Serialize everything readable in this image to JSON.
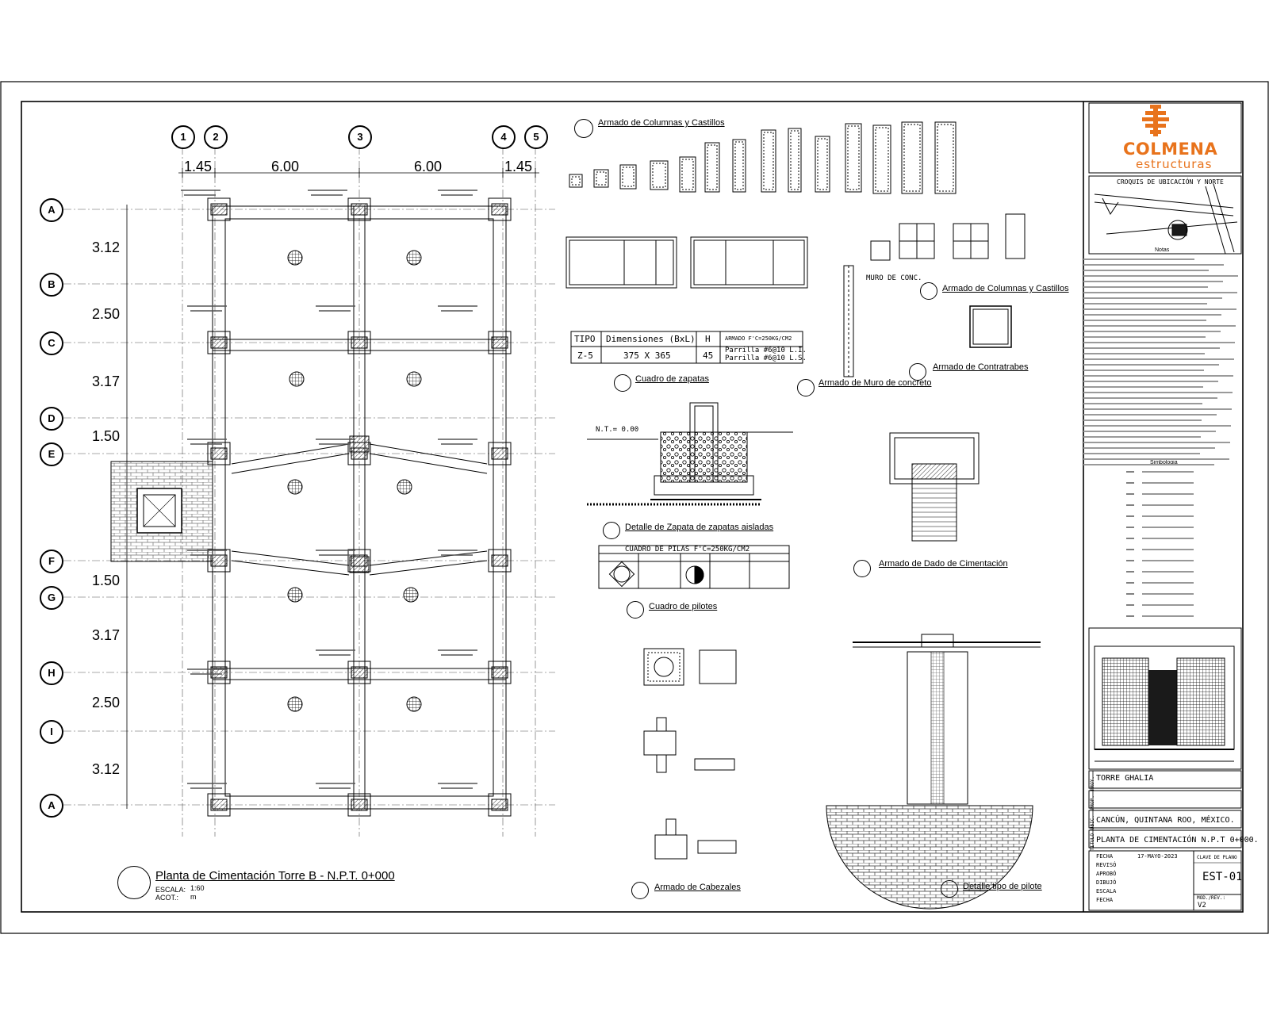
{
  "brand": {
    "name": "COLMENA",
    "sub": "estructuras",
    "color": "#e8731c"
  },
  "plan": {
    "title": "Planta de Cimentación Torre B  -  N.P.T. 0+000",
    "scale_label": "ESCALA:",
    "scale_value": "1:60",
    "units_label": "ACOT.:",
    "units_value": "m",
    "column_axes": [
      "1",
      "2",
      "3",
      "4",
      "5"
    ],
    "column_dims": [
      "1.45",
      "6.00",
      "6.00",
      "1.45"
    ],
    "row_axes": [
      "A",
      "B",
      "C",
      "D",
      "E",
      "F",
      "G",
      "H",
      "I",
      "A"
    ],
    "row_dims": [
      "3.12",
      "2.50",
      "3.17",
      "1.50",
      "1.50",
      "3.17",
      "2.50",
      "3.12"
    ]
  },
  "sections": {
    "columnas_castillos": "Armado de Columnas y Castillos",
    "columnas_castillos_2": "Armado de Columnas y Castillos",
    "cuadro_zapatas": "Cuadro de zapatas",
    "detalle_zapata": "Detalle de Zapata de zapatas aisladas",
    "cuadro_pilotes": "Cuadro de pilotes",
    "cabezales": "Armado de Cabezales",
    "muro_concreto": "Armado de Muro de concreto",
    "contratrabes": "Armado de Contratrabes",
    "dado": "Armado de Dado de Cimentación",
    "detalle_pilote": "Detalle tipo de pilote",
    "muro_header": "MURO DE CONC.",
    "nivel": "N.T.= 0.00"
  },
  "zapatas_table": {
    "headers": [
      "TIPO",
      "Dimensiones (BxL)",
      "H",
      "ARMADO F'C=250KG/CM2"
    ],
    "row": [
      "Z-5",
      "375 X 365",
      "45",
      "Parrilla #6@10 L.I.",
      "Parrilla #6@10 L.S."
    ]
  },
  "pilas_table": {
    "title": "CUADRO DE PILAS F'C=250KG/CM2"
  },
  "title_block": {
    "croquis_title": "CROQUIS DE UBICACIÓN Y NORTE",
    "notas_title": "Notas",
    "simbologia_title": "Simbologia",
    "project_label": "PROY.",
    "project": "TORRE GHALIA",
    "prop_label": "PROP.",
    "prop": "",
    "ubic_label": "UBIC.",
    "ubic": "CANCÚN, QUINTANA ROO, MÉXICO.",
    "plano_label": "TITULO",
    "plano": "PLANTA DE CIMENTACIÓN N.P.T 0+000.",
    "fecha_label": "FECHA",
    "fecha": "17-MAYO-2023",
    "reviso_label": "REVISÓ",
    "aprobo_label": "APROBÓ",
    "dibujo_label": "DIBUJÓ",
    "escala_label": "ESCALA",
    "fecha2_label": "FECHA",
    "clave_label": "CLAVE DE PLANO",
    "clave": "EST-01",
    "rev_label": "MOD./REV.:",
    "rev": "V2"
  },
  "colors": {
    "line": "#000000",
    "grid": "#555555",
    "hatch": "#333333",
    "fill_dark": "#1a1a1a"
  }
}
